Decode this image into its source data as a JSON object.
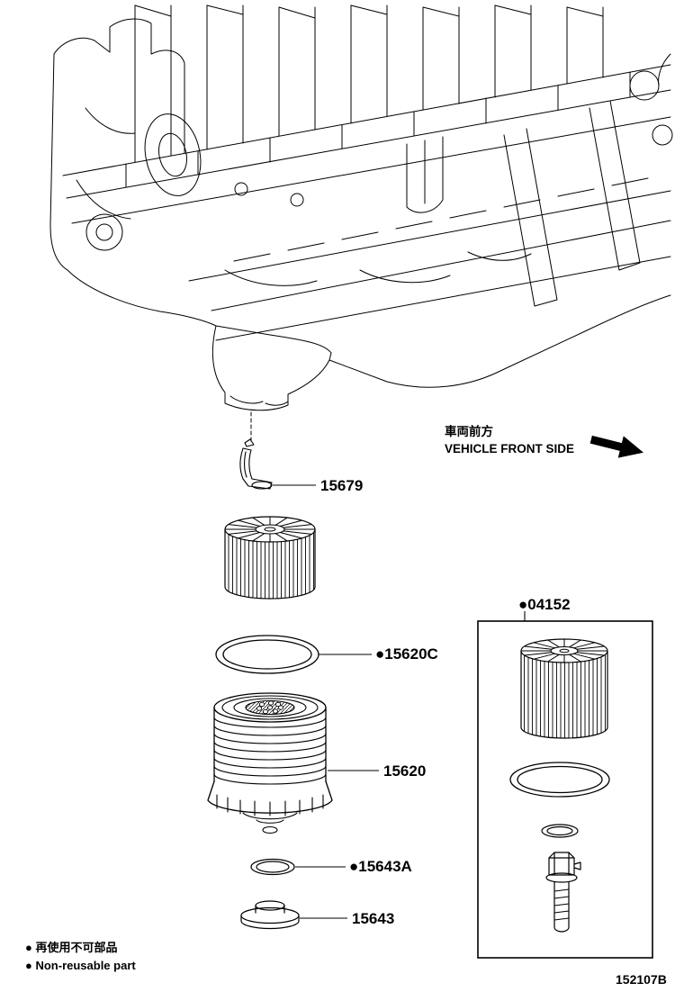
{
  "diagram": {
    "front_side": {
      "jp": "車両前方",
      "en": "VEHICLE FRONT SIDE"
    },
    "callouts": {
      "p15679": "15679",
      "p15620C": "●15620C",
      "p15620": "15620",
      "p15643A": "●15643A",
      "p15643": "15643",
      "p04152": "●04152"
    },
    "legend": {
      "jp": "● 再使用不可部品",
      "en": "● Non-reusable part"
    },
    "drawing_number": "152107B",
    "colors": {
      "line": "#000000",
      "background": "#ffffff"
    }
  }
}
